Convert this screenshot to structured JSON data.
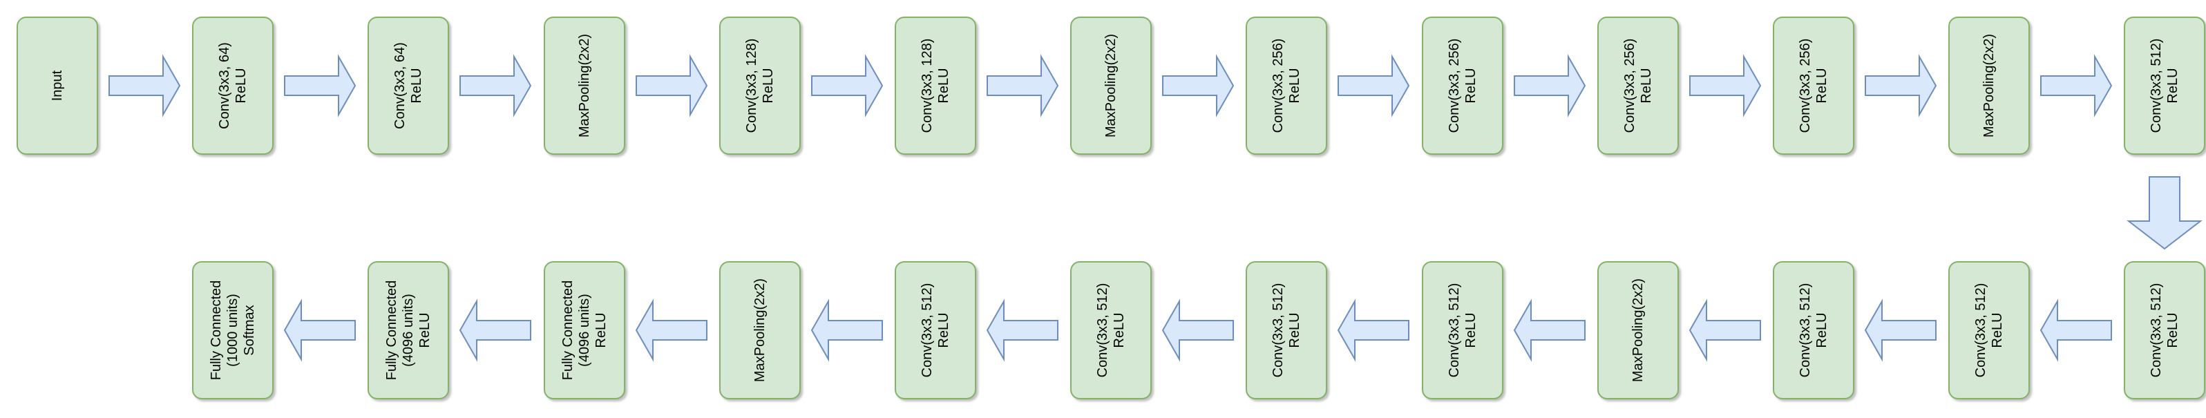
{
  "diagram": {
    "colors": {
      "node_fill": "#d5e8d4",
      "node_stroke": "#82b366",
      "arrow_fill": "#dae8fc",
      "arrow_stroke": "#6c8ebf"
    },
    "row1": [
      {
        "lines": [
          "Input"
        ]
      },
      {
        "lines": [
          "Conv(3x3, 64)",
          "ReLU"
        ]
      },
      {
        "lines": [
          "Conv(3x3, 64)",
          "ReLU"
        ]
      },
      {
        "lines": [
          "MaxPooling(2x2)"
        ]
      },
      {
        "lines": [
          "Conv(3x3, 128)",
          "ReLU"
        ]
      },
      {
        "lines": [
          "Conv(3x3, 128)",
          "ReLU"
        ]
      },
      {
        "lines": [
          "MaxPooling(2x2)"
        ]
      },
      {
        "lines": [
          "Conv(3x3, 256)",
          "ReLU"
        ]
      },
      {
        "lines": [
          "Conv(3x3, 256)",
          "ReLU"
        ]
      },
      {
        "lines": [
          "Conv(3x3, 256)",
          "ReLU"
        ]
      },
      {
        "lines": [
          "Conv(3x3, 256)",
          "ReLU"
        ]
      },
      {
        "lines": [
          "MaxPooling(2x2)"
        ]
      },
      {
        "lines": [
          "Conv(3x3, 512)",
          "ReLU"
        ]
      }
    ],
    "row2": [
      {
        "lines": [
          "Fully Connected",
          "(1000 units)",
          "Softmax"
        ]
      },
      {
        "lines": [
          "Fully Connected",
          "(4096 units)",
          "ReLU"
        ]
      },
      {
        "lines": [
          "Fully Connected",
          "(4096 units)",
          "ReLU"
        ]
      },
      {
        "lines": [
          "MaxPooling(2x2)"
        ]
      },
      {
        "lines": [
          "Conv(3x3, 512)",
          "ReLU"
        ]
      },
      {
        "lines": [
          "Conv(3x3, 512)",
          "ReLU"
        ]
      },
      {
        "lines": [
          "Conv(3x3, 512)",
          "ReLU"
        ]
      },
      {
        "lines": [
          "Conv(3x3, 512)",
          "ReLU"
        ]
      },
      {
        "lines": [
          "MaxPooling(2x2)"
        ]
      },
      {
        "lines": [
          "Conv(3x3, 512)",
          "ReLU"
        ]
      },
      {
        "lines": [
          "Conv(3x3, 512)",
          "ReLU"
        ]
      },
      {
        "lines": [
          "Conv(3x3, 512)",
          "ReLU"
        ]
      }
    ]
  }
}
